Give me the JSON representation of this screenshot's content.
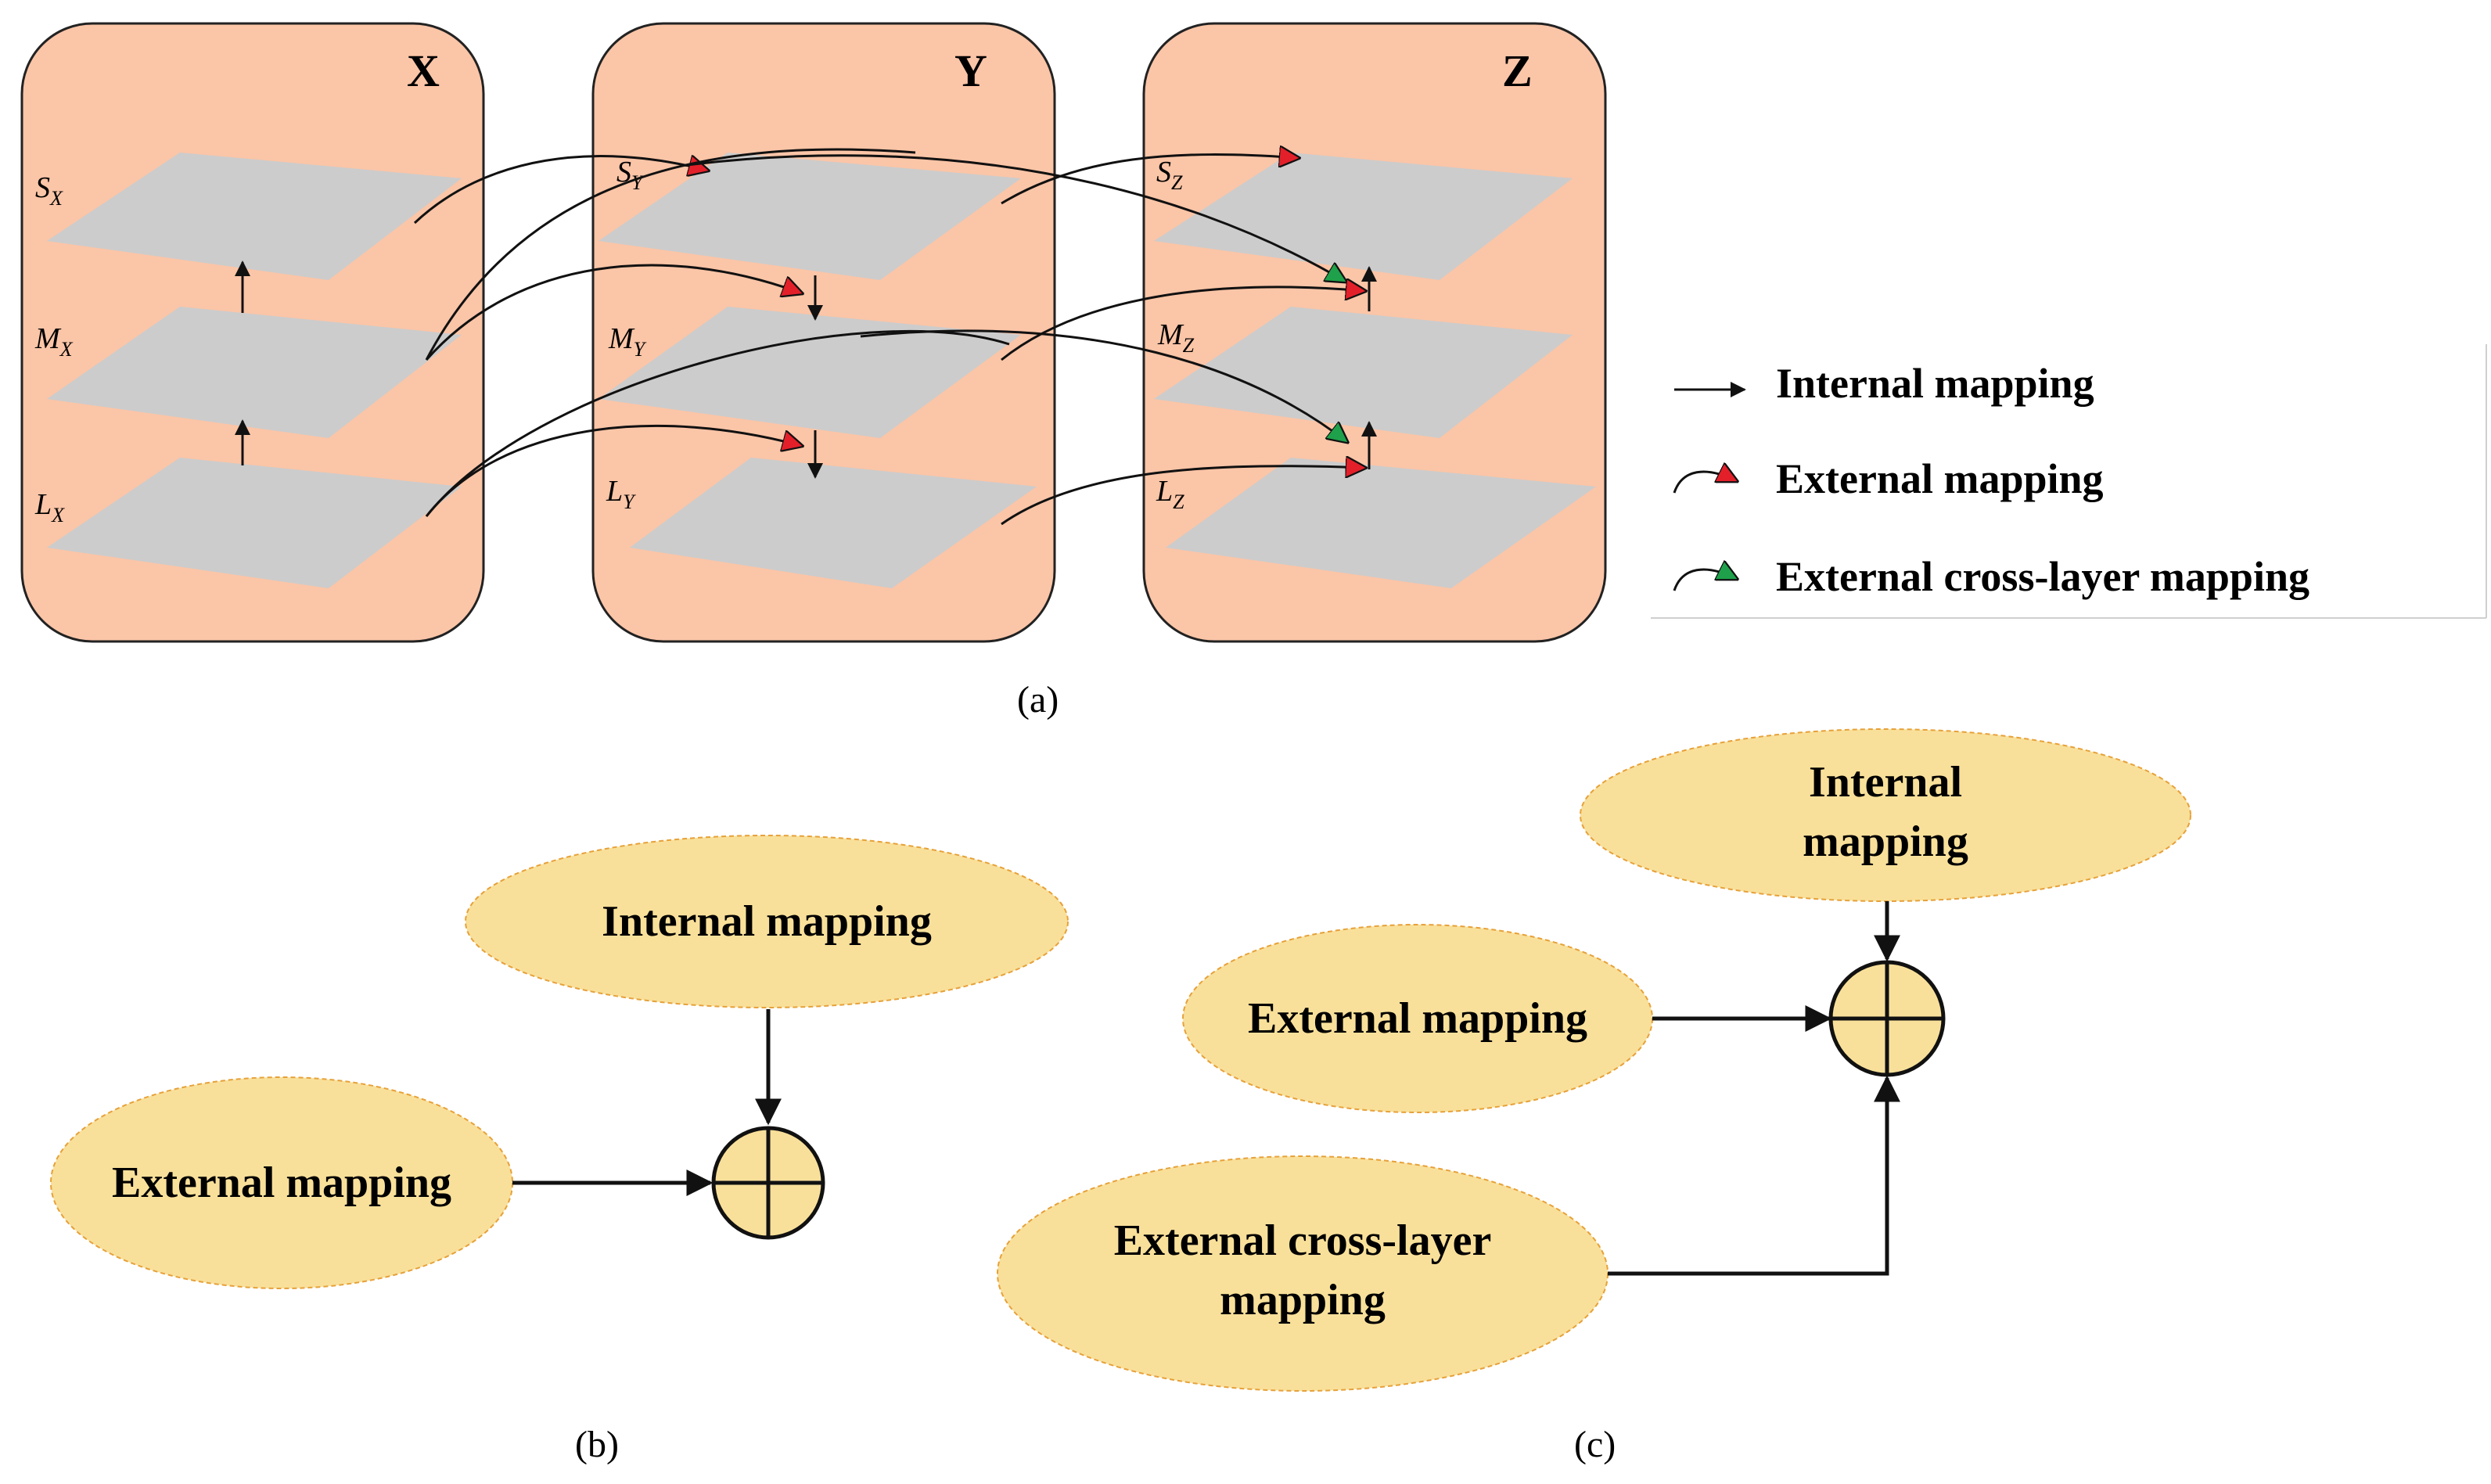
{
  "colors": {
    "panel_fill": "#fbc5a7",
    "panel_stroke": "#222222",
    "layer_fill": "#cccccc",
    "ellipse_fill": "#f9e09a",
    "ellipse_stroke": "#e6a13a",
    "external_arrowhead": "#e3202a",
    "cross_layer_arrowhead": "#1ea14a",
    "line": "#111111"
  },
  "panels": [
    {
      "id": "X",
      "title": "X",
      "layers": [
        {
          "base": "S",
          "sub": "X"
        },
        {
          "base": "M",
          "sub": "X"
        },
        {
          "base": "L",
          "sub": "X"
        }
      ]
    },
    {
      "id": "Y",
      "title": "Y",
      "layers": [
        {
          "base": "S",
          "sub": "Y"
        },
        {
          "base": "M",
          "sub": "Y"
        },
        {
          "base": "L",
          "sub": "Y"
        }
      ]
    },
    {
      "id": "Z",
      "title": "Z",
      "layers": [
        {
          "base": "S",
          "sub": "Z"
        },
        {
          "base": "M",
          "sub": "Z"
        },
        {
          "base": "L",
          "sub": "Z"
        }
      ]
    }
  ],
  "legend": {
    "items": [
      {
        "type": "internal",
        "label": "Internal mapping"
      },
      {
        "type": "external",
        "label": "External mapping"
      },
      {
        "type": "cross",
        "label": "External cross-layer mapping"
      }
    ]
  },
  "captions": {
    "a": "(a)",
    "b": "(b)",
    "c": "(c)"
  },
  "diagram_b": {
    "internal": [
      "Internal mapping"
    ],
    "external": [
      "External mapping"
    ],
    "sum_icon": "circled-plus"
  },
  "diagram_c": {
    "internal": [
      "Internal",
      "mapping"
    ],
    "external": [
      "External mapping"
    ],
    "cross": [
      "External cross-layer",
      "mapping"
    ],
    "sum_icon": "circled-plus"
  }
}
